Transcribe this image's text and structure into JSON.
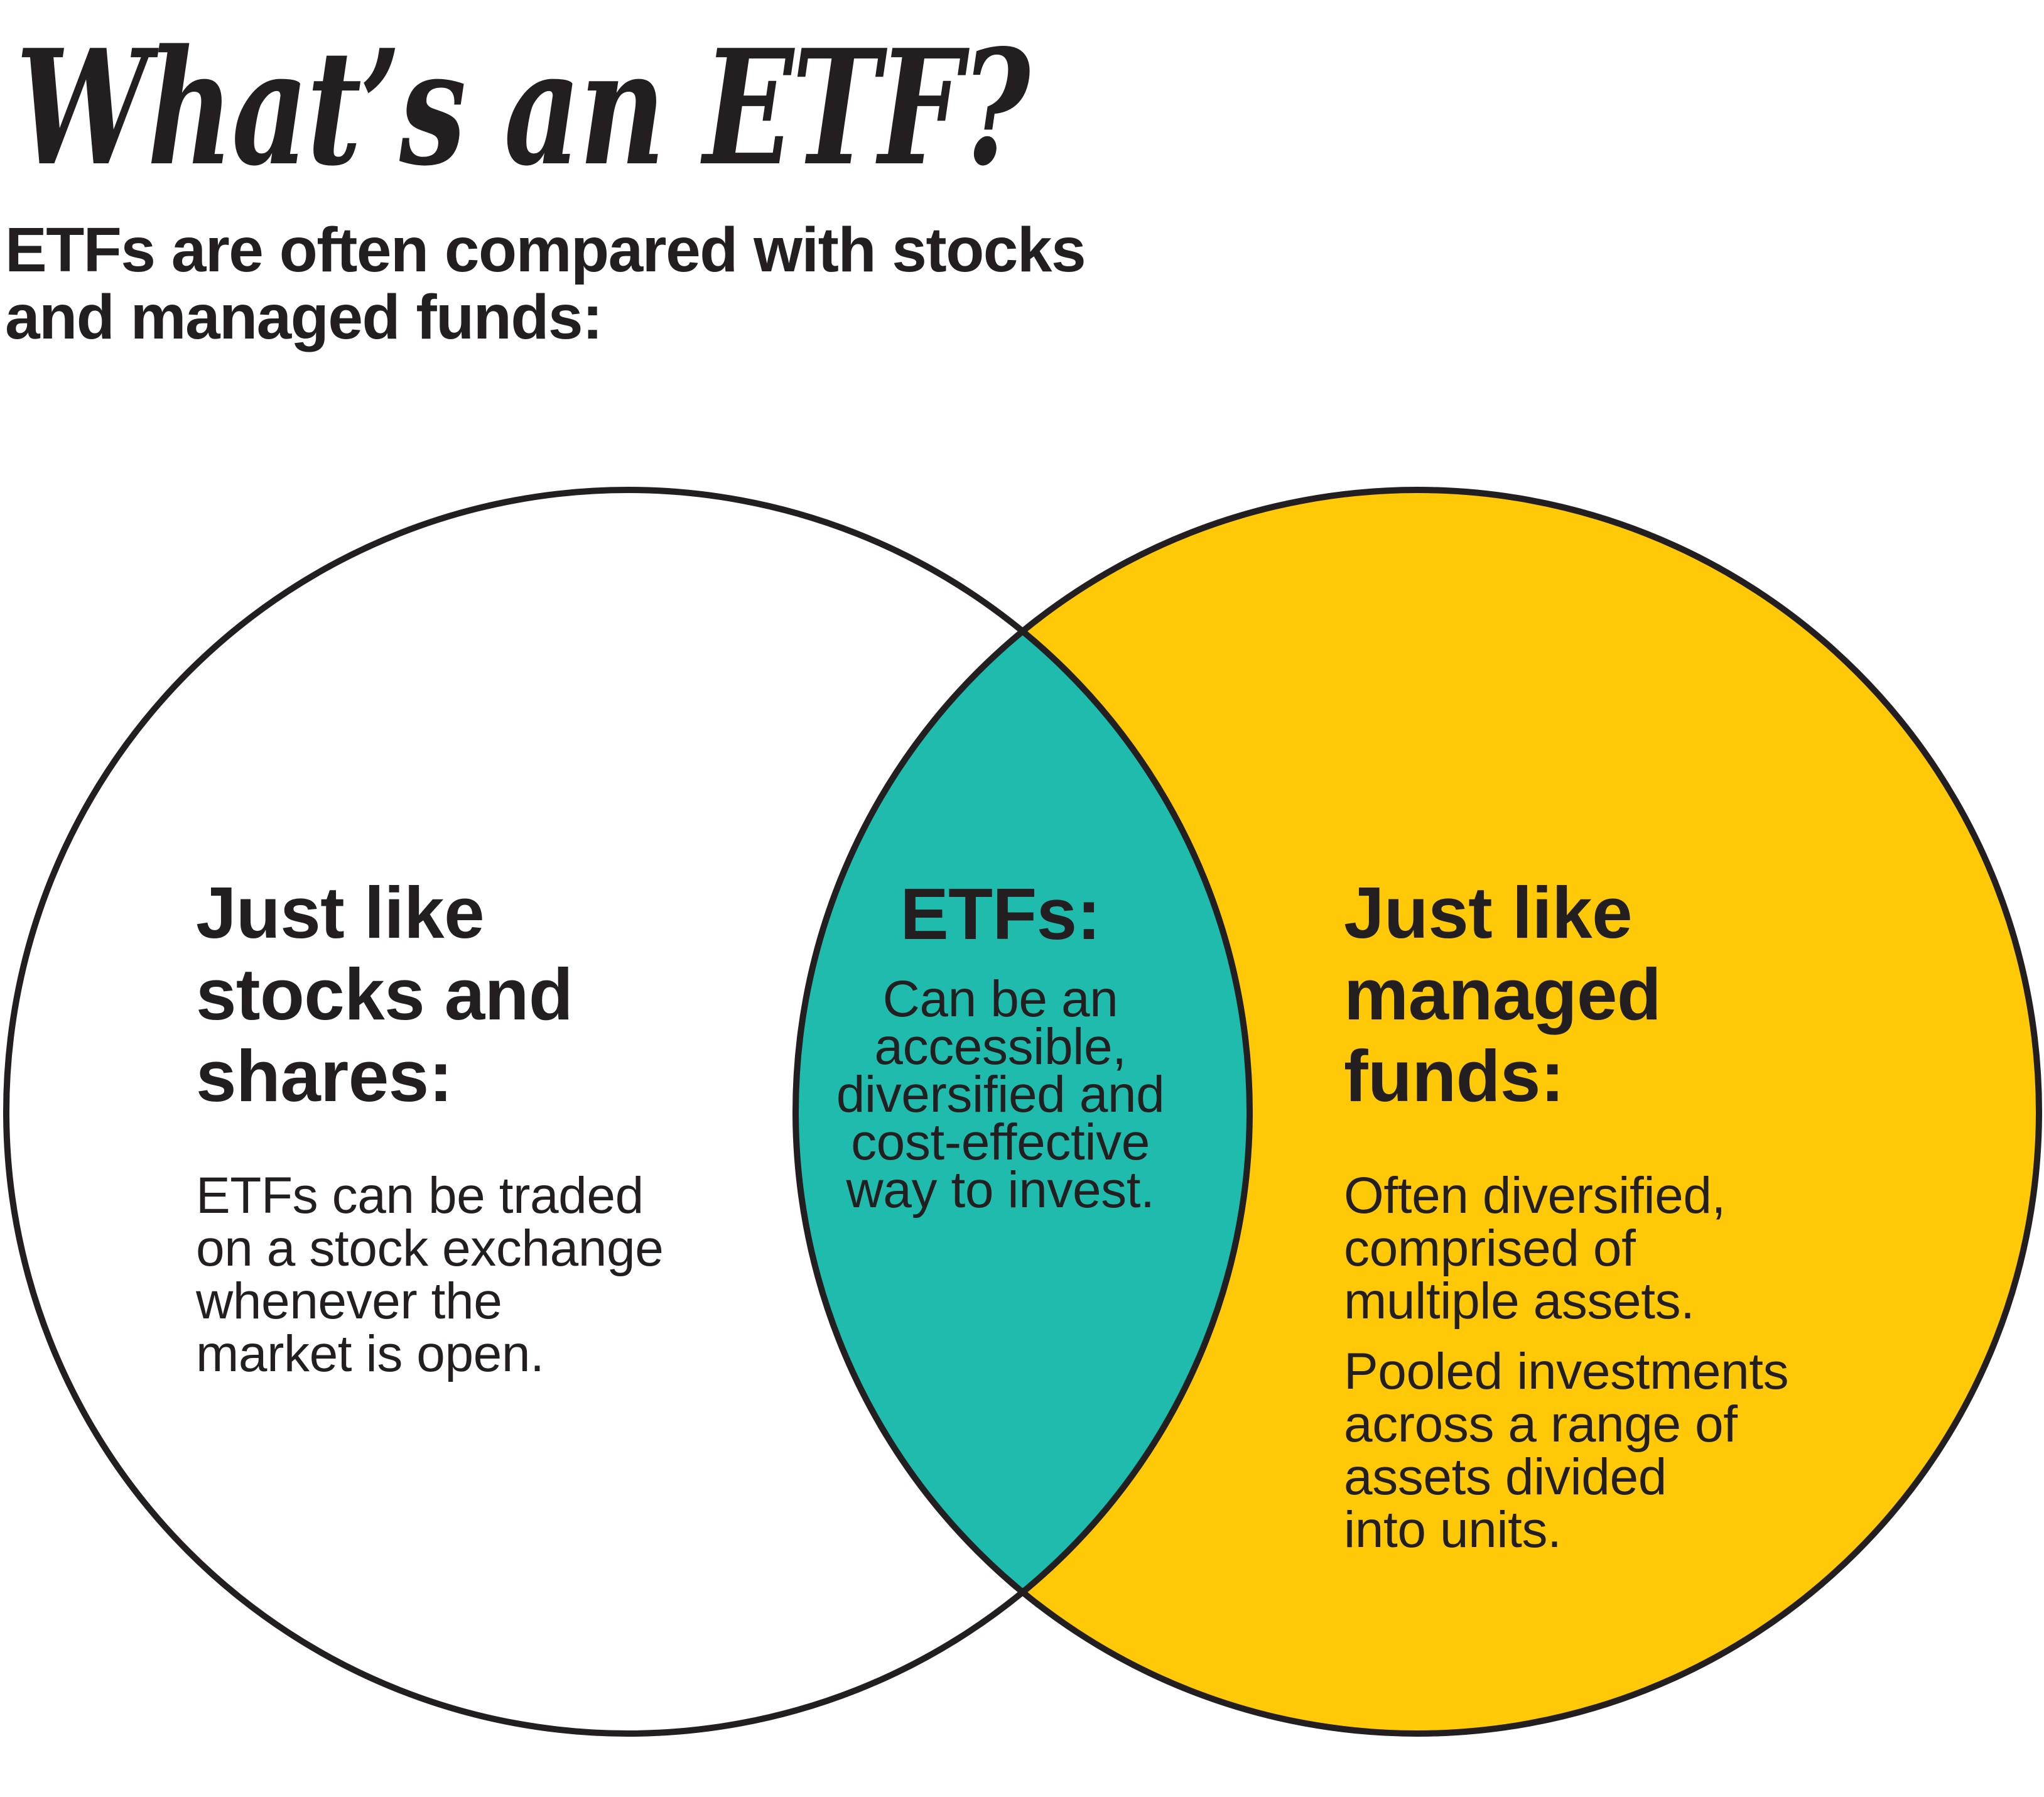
{
  "title": "What’s an ETF?",
  "subtitle": "ETFs are often compared with stocks\nand managed funds:",
  "venn": {
    "left": {
      "heading": "Just like\nstocks and\nshares:",
      "body": "ETFs can be traded\non a stock exchange\nwhenever the\nmarket is open."
    },
    "center": {
      "heading": "ETFs:",
      "body": "Can be an\naccessible,\ndiversified and\ncost-effective\nway to invest."
    },
    "right": {
      "heading": "Just like\nmanaged\nfunds:",
      "body1": "Often diversified,\ncomprised of\nmultiple assets.",
      "body2": "Pooled investments\nacross a range of\nassets divided\ninto units."
    }
  },
  "colors": {
    "background": "#FFFFFF",
    "left_circle_fill": "#FFFFFF",
    "right_circle_fill": "#FFC907",
    "overlap_fill": "#1FBCAE",
    "outline": "#231F20",
    "text": "#231F20"
  }
}
